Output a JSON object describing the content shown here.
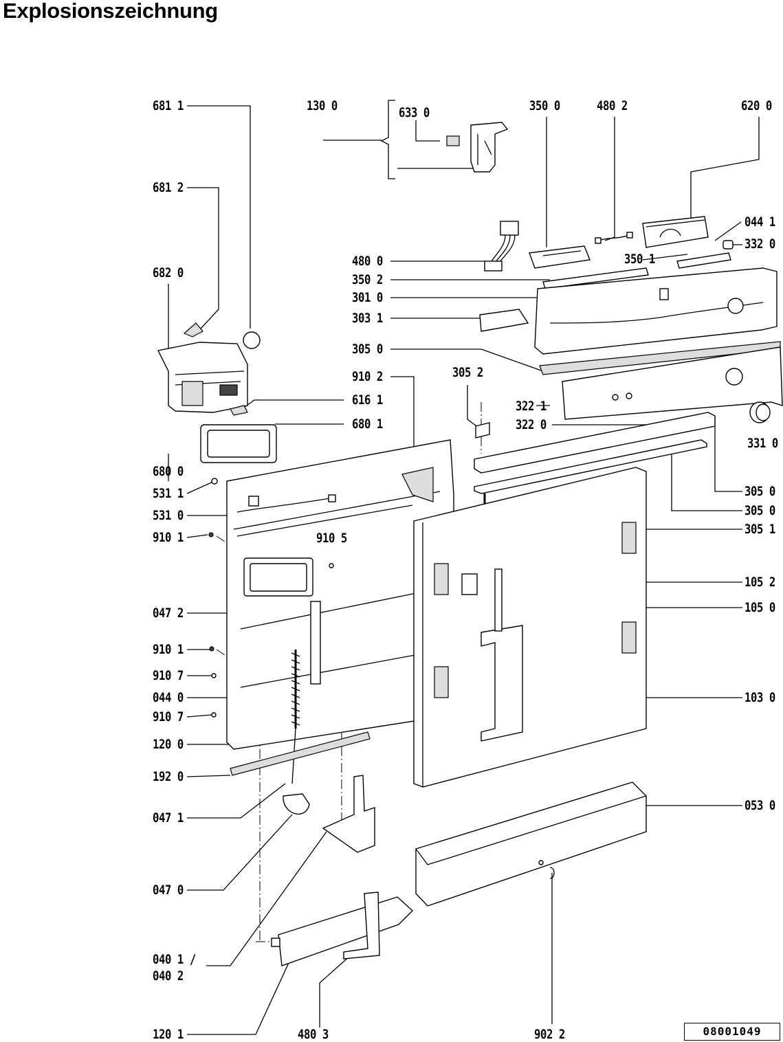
{
  "title": "Explosionszeichnung",
  "doc_number": "08001049",
  "labels": {
    "l6811": "681 1",
    "l1300": "130 0",
    "l6330": "633 0",
    "l3500": "350 0",
    "l4802": "480 2",
    "l6200": "620 0",
    "l6812": "681 2",
    "l0441": "044 1",
    "l3320": "332 0",
    "l3501": "350 1",
    "l6820": "682 0",
    "l4800": "480 0",
    "l3502": "350 2",
    "l3010": "301 0",
    "l3031": "303 1",
    "l3050a": "305 0",
    "l9102": "910 2",
    "l3052": "305 2",
    "l6161": "616 1",
    "l3221": "322 1",
    "l3220": "322 0",
    "l6801": "680 1",
    "l3310": "331 0",
    "l6800": "680 0",
    "l5311": "531 1",
    "l5310": "531 0",
    "l3050b": "305 0",
    "l3050c": "305 0",
    "l9101a": "910 1",
    "l9105": "910 5",
    "l3051": "305 1",
    "l1052": "105 2",
    "l0472": "047 2",
    "l1050": "105 0",
    "l9101b": "910 1",
    "l9107a": "910 7",
    "l0440": "044 0",
    "l9107b": "910 7",
    "l1030": "103 0",
    "l1200": "120 0",
    "l1920": "192 0",
    "l0530": "053 0",
    "l0471": "047 1",
    "l0470": "047 0",
    "l0401": "040 1 /",
    "l0402": "040 2",
    "l1201": "120 1",
    "l4803": "480 3",
    "l9022": "902 2"
  }
}
